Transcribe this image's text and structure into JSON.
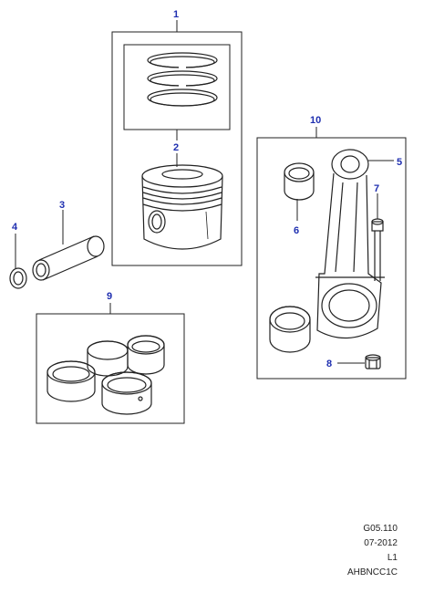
{
  "callouts": {
    "c1": "1",
    "c2": "2",
    "c3": "3",
    "c4": "4",
    "c5": "5",
    "c6": "6",
    "c7": "7",
    "c8": "8",
    "c9": "9",
    "c10": "10"
  },
  "reference": {
    "figure_code": "G05.110",
    "date": "07-2012",
    "level": "L1",
    "catalog_code": "AHBNCC1C"
  },
  "colors": {
    "callout": "#1f2fb0",
    "line": "#222222"
  }
}
